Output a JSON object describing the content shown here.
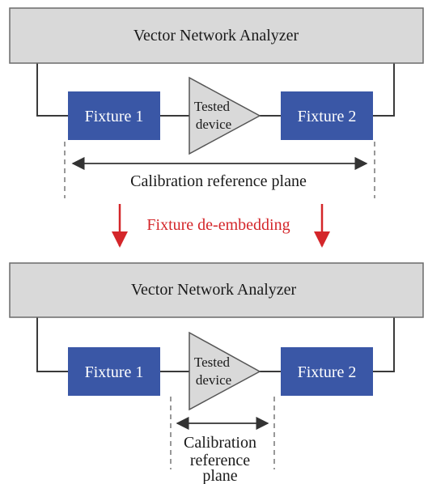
{
  "top_panel": {
    "analyzer_label": "Vector Network Analyzer",
    "fixture_left_label": "Fixture 1",
    "fixture_right_label": "Fixture 2",
    "dut_line1": "Tested",
    "dut_line2": "device",
    "plane_label": "Calibration reference plane"
  },
  "transition": {
    "label": "Fixture de-embedding"
  },
  "bottom_panel": {
    "analyzer_label": "Vector Network Analyzer",
    "fixture_left_label": "Fixture 1",
    "fixture_right_label": "Fixture 2",
    "dut_line1": "Tested",
    "dut_line2": "device",
    "plane_line1": "Calibration",
    "plane_line2": "reference",
    "plane_line3": "plane"
  },
  "colors": {
    "analyzer_fill": "#d9d9d9",
    "fixture_fill": "#3a57a6",
    "dut_fill": "#d9d9d9",
    "wire": "#3a3a3a",
    "accent_red": "#d4262a"
  }
}
